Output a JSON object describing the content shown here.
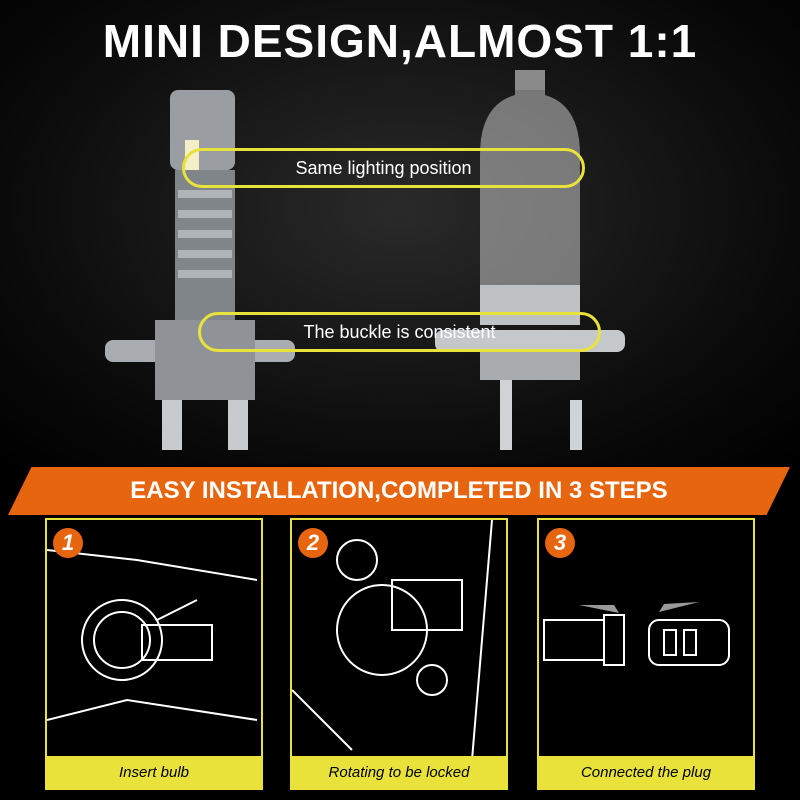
{
  "title": "MINI DESIGN,ALMOST 1:1",
  "callouts": [
    "Same lighting position",
    "The buckle is consistent"
  ],
  "banner": "EASY INSTALLATION,COMPLETED IN 3 STEPS",
  "steps": [
    {
      "number": "1",
      "caption": "Insert bulb"
    },
    {
      "number": "2",
      "caption": "Rotating to be locked"
    },
    {
      "number": "3",
      "caption": "Connected the plug"
    }
  ],
  "colors": {
    "accent": "#e8650f",
    "highlight": "#e8e23a"
  }
}
